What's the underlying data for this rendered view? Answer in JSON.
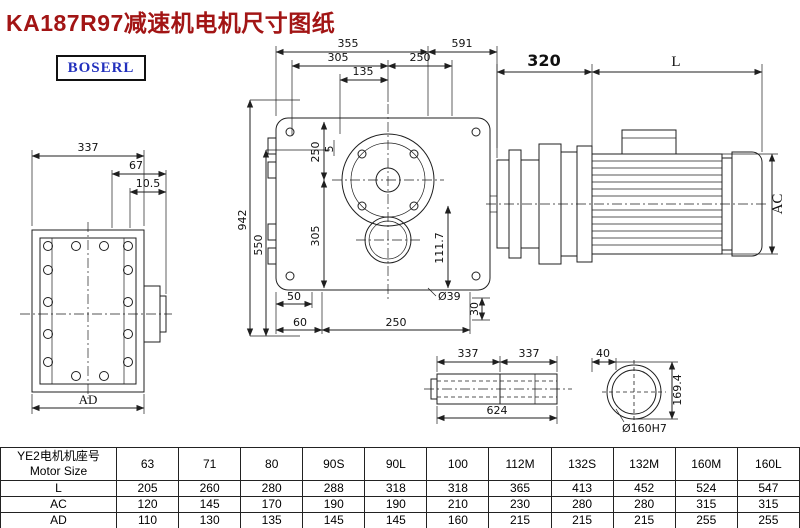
{
  "title": "KA187R97减速机电机尺寸图纸",
  "logo": "BOSERL",
  "colors": {
    "title": "#a21515",
    "logo": "#2230bd",
    "line": "#1f1f1f"
  },
  "dims": {
    "lv337": "337",
    "lv67": "67",
    "lv10_5": "10.5",
    "lvAD": "AD",
    "top355": "355",
    "top591": "591",
    "top305": "305",
    "top250": "250",
    "top135": "135",
    "left942": "942",
    "left550": "550",
    "left250": "250",
    "left305": "305",
    "left5": "5",
    "right111_7": "111.7",
    "bottom50": "50",
    "bottom60": "60",
    "bottom250": "250",
    "dia39": "Ø39",
    "right30": "30",
    "dim320": "320",
    "dimL": "L",
    "dimAC": "AC",
    "sh337a": "337",
    "sh337b": "337",
    "sh40": "40",
    "sh169_4": "169.4",
    "sh624": "624",
    "shDia160": "Ø160H7"
  },
  "table": {
    "size_label_cn": "YE2电机机座号",
    "size_label_en": "Motor Size",
    "columns": [
      "63",
      "71",
      "80",
      "90S",
      "90L",
      "100",
      "112M",
      "132S",
      "132M",
      "160M",
      "160L"
    ],
    "rows": [
      {
        "label": "L",
        "values": [
          "205",
          "260",
          "280",
          "288",
          "318",
          "318",
          "365",
          "413",
          "452",
          "524",
          "547"
        ]
      },
      {
        "label": "AC",
        "values": [
          "120",
          "145",
          "170",
          "190",
          "190",
          "210",
          "230",
          "280",
          "280",
          "315",
          "315"
        ]
      },
      {
        "label": "AD",
        "values": [
          "110",
          "130",
          "135",
          "145",
          "145",
          "160",
          "215",
          "215",
          "215",
          "255",
          "255"
        ]
      }
    ]
  }
}
